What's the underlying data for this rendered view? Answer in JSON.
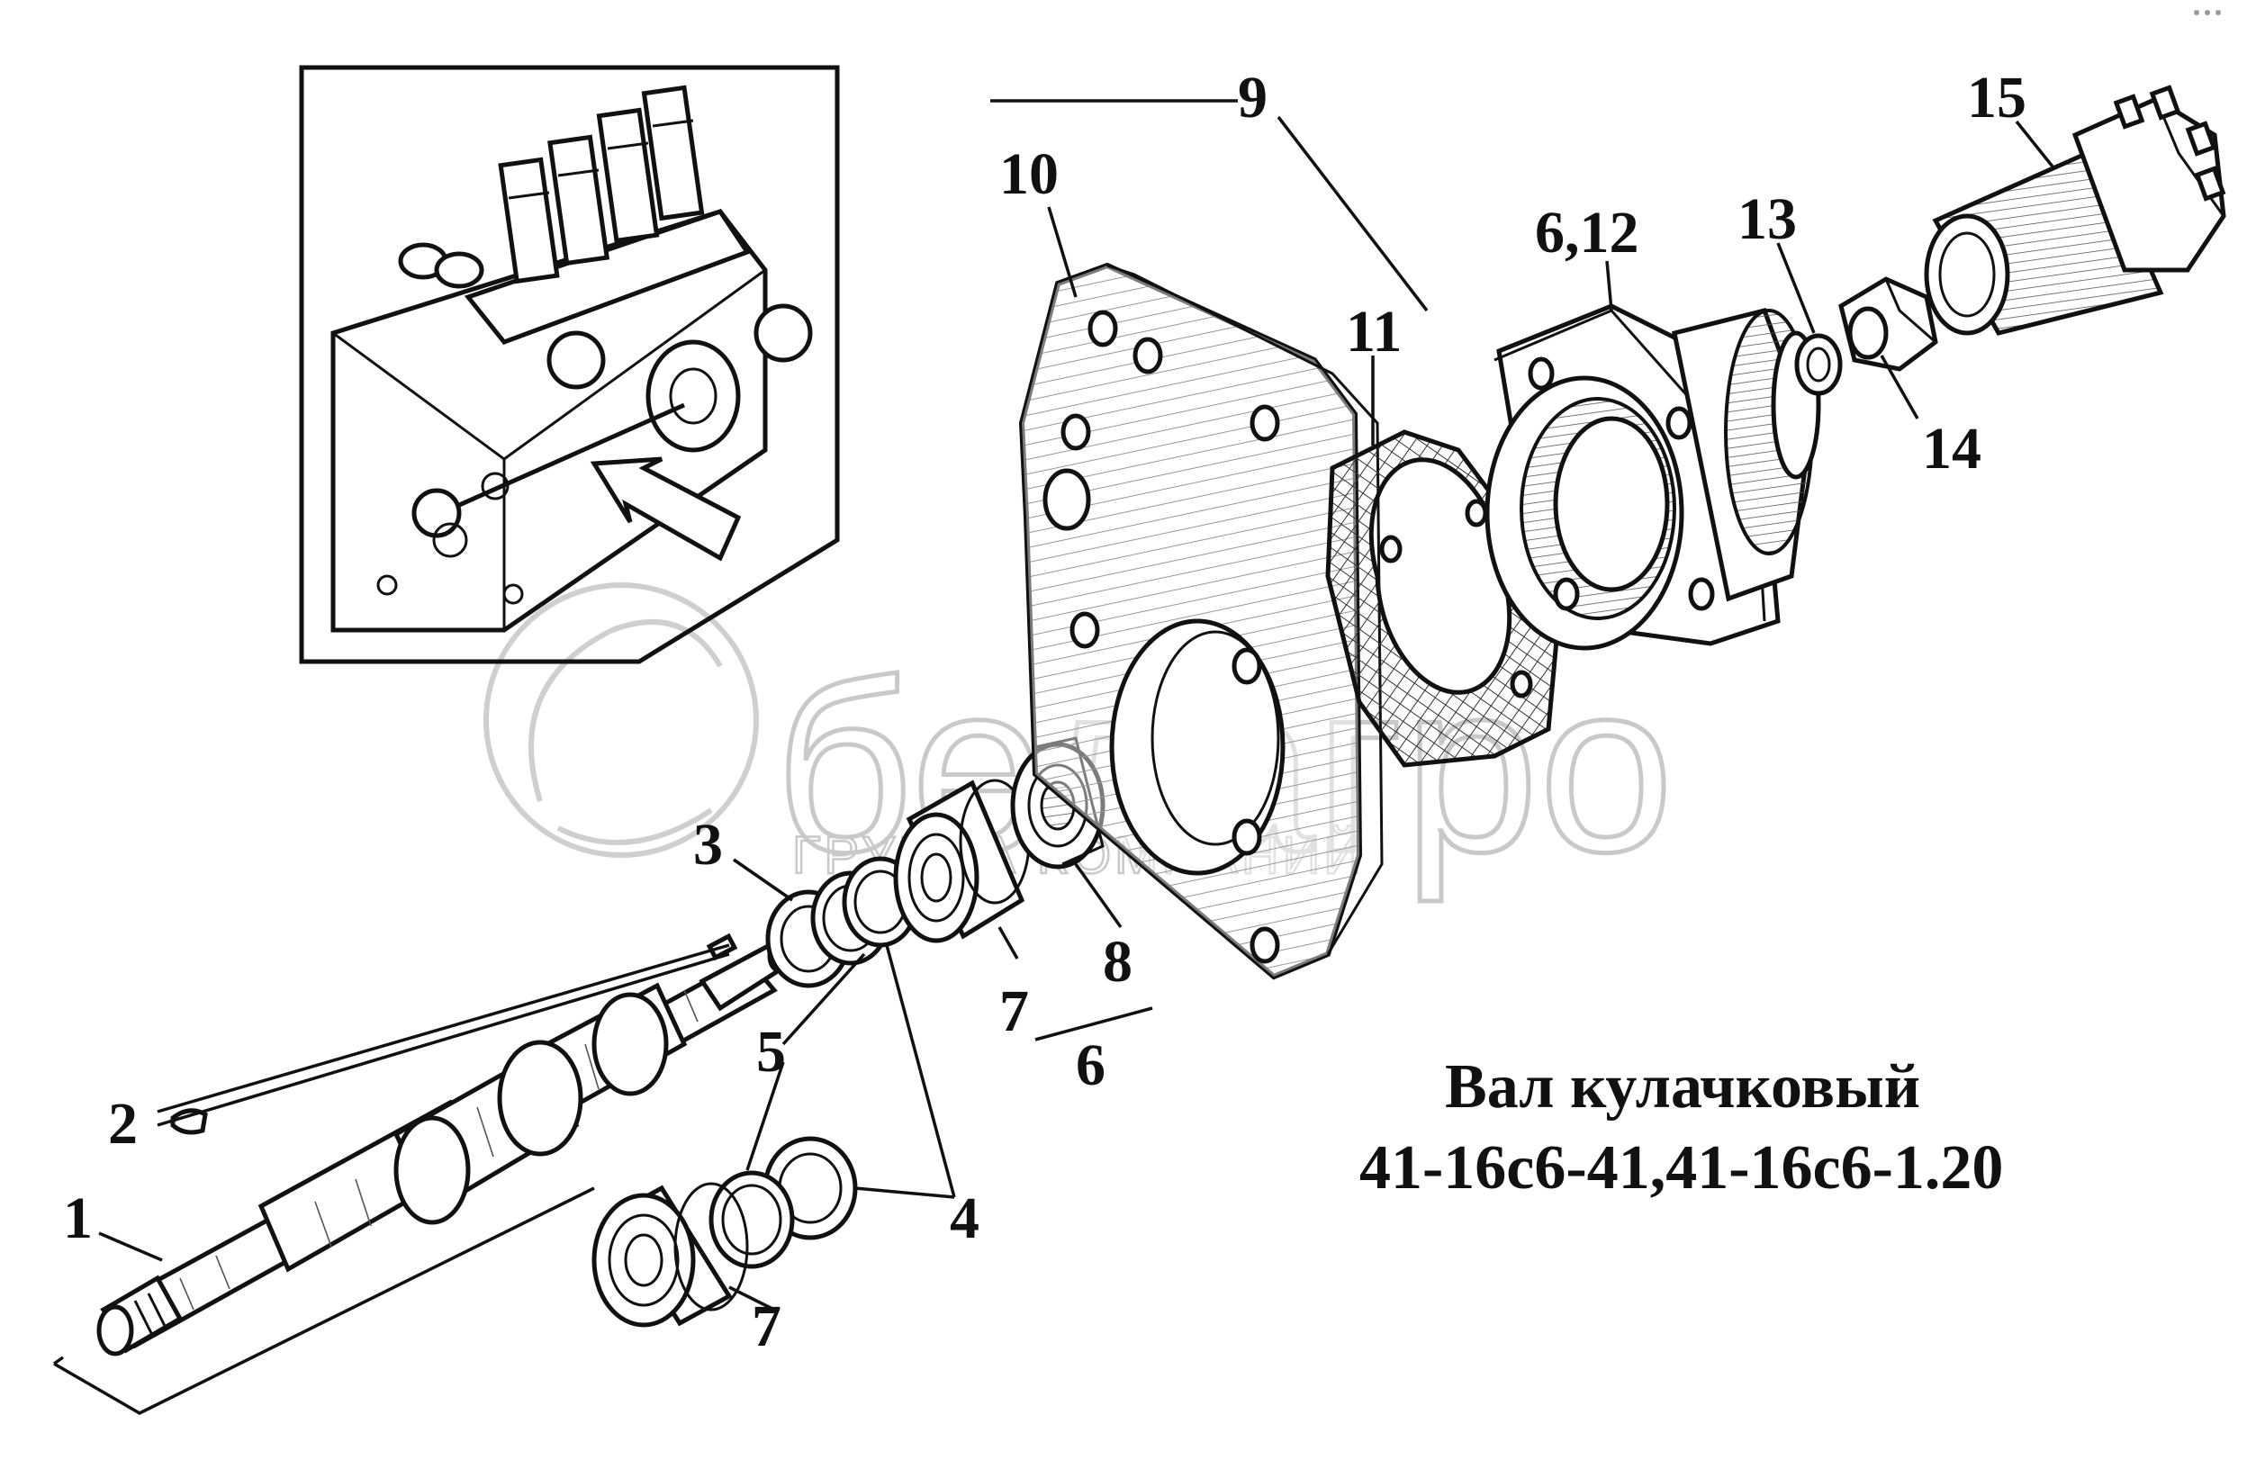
{
  "title": {
    "line1": "Вал кулачковый",
    "line2": "41-16с6-41,41-16с6-1.20"
  },
  "watermark": {
    "brand": "белагро",
    "subtitle": "ГРУППА КОМПАНИЙ"
  },
  "callouts": {
    "c1": "1",
    "c2": "2",
    "c3": "3",
    "c4": "4",
    "c5": "5",
    "c6a": "6",
    "c6b": "6,12",
    "c7a": "7",
    "c7b": "7",
    "c8": "8",
    "c9": "9",
    "c10": "10",
    "c11": "11",
    "c13": "13",
    "c14": "14",
    "c15": "15"
  },
  "colors": {
    "ink": "#111111",
    "watermark": "#c9c9c9",
    "background": "#ffffff"
  }
}
